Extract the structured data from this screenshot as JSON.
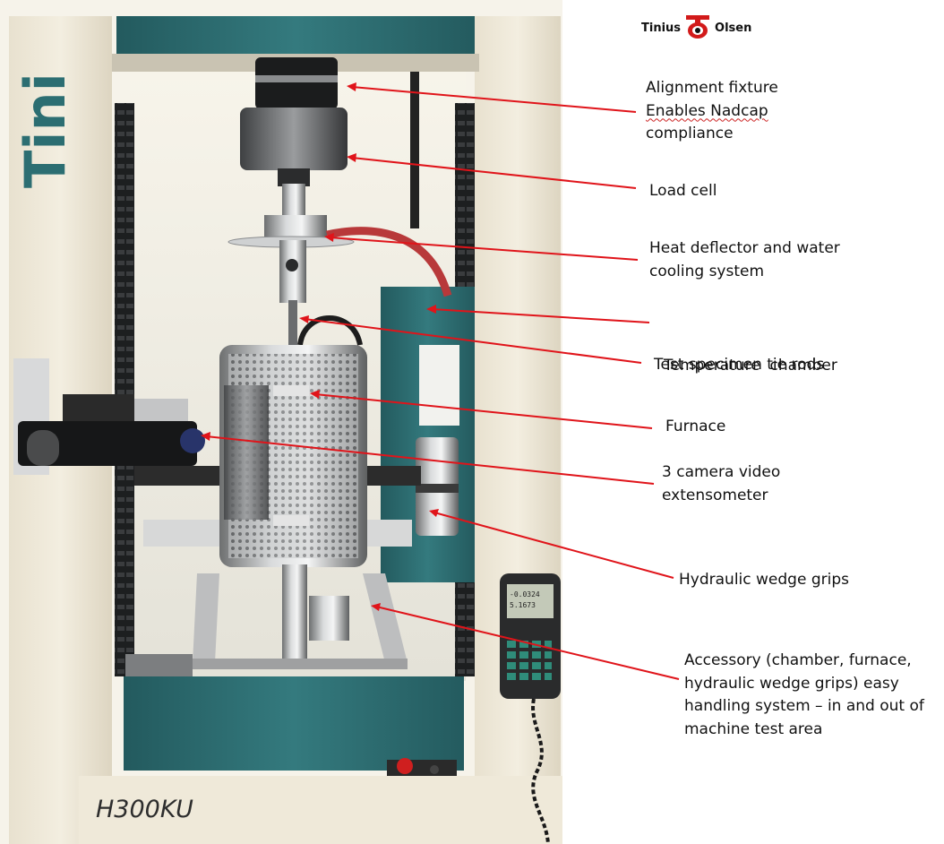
{
  "brand": {
    "left_word": "Tinius",
    "right_word": "Olsen",
    "accent_color": "#d21a1a"
  },
  "machine": {
    "model": "H300KU",
    "column_lettering": "Tini"
  },
  "controller": {
    "display_line_1": "-0.0324",
    "display_line_2": "5.1673"
  },
  "callouts": [
    {
      "id": "alignment-fixture",
      "lines": [
        "Alignment fixture",
        "Enables Nadcap",
        "compliance"
      ]
    },
    {
      "id": "load-cell",
      "lines": [
        "Load cell"
      ]
    },
    {
      "id": "heat-deflector",
      "lines": [
        "Heat deflector and water",
        "cooling system"
      ]
    },
    {
      "id": "temperature-chamber",
      "lines": [
        "Temperature  chamber"
      ]
    },
    {
      "id": "tie-rods",
      "lines": [
        "Test specimen tie rods"
      ]
    },
    {
      "id": "furnace",
      "lines": [
        "Furnace"
      ]
    },
    {
      "id": "video-extensometer",
      "lines": [
        "3 camera video",
        "extensometer"
      ]
    },
    {
      "id": "wedge-grips",
      "lines": [
        "Hydraulic wedge grips"
      ]
    },
    {
      "id": "handling-system",
      "lines": [
        "Accessory (chamber, furnace,",
        "hydraulic wedge grips) easy",
        "handling system – in and out of",
        "machine test area"
      ]
    }
  ],
  "colors": {
    "arrow": "#e0141a",
    "frame_teal": "#2f6f73",
    "frame_cream": "#ece6d6"
  }
}
